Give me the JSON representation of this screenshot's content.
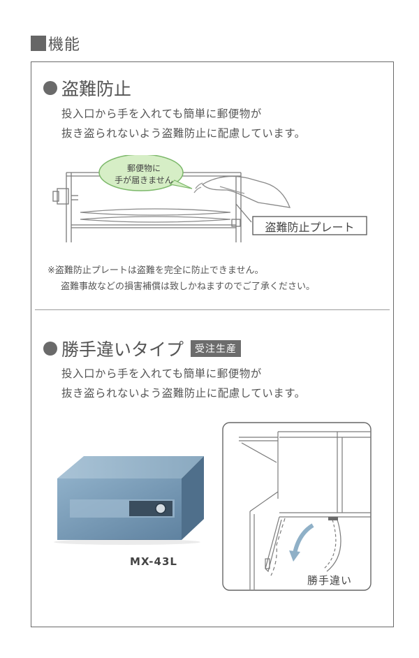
{
  "header": {
    "title": "機能"
  },
  "section1": {
    "title": "盗難防止",
    "body_line1": "投入口から手を入れても簡単に郵便物が",
    "body_line2": "抜き盗られないよう盗難防止に配慮しています。",
    "bubble_line1": "郵便物に",
    "bubble_line2": "手が届きません",
    "plate_label": "盗難防止プレート",
    "note_line1": "※盗難防止プレートは盗難を完全に防止できません。",
    "note_line2": "盗難事故などの損害補償は致しかねますのでご了承ください。"
  },
  "section2": {
    "title": "勝手違いタイプ",
    "badge": "受注生産",
    "body_line1": "投入口から手を入れても簡単に郵便物が",
    "body_line2": "抜き盗られないよう盗難防止に配慮しています。",
    "product_label": "MX-43L",
    "diagram_label": "勝手違い"
  },
  "colors": {
    "bubble_fill": "#d6eec6",
    "bubble_stroke": "#7cb86a",
    "product_blue": "#7fa2bf",
    "arrow": "#8fb0c7"
  }
}
